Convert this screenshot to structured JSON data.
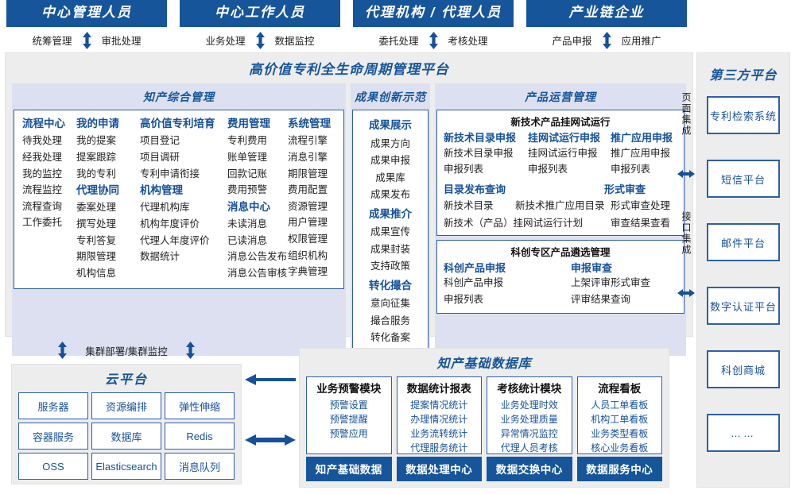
{
  "roles": [
    {
      "title": "中心管理人员",
      "left": "统筹管理",
      "right": "审批处理"
    },
    {
      "title": "中心工作人员",
      "left": "业务处理",
      "right": "数据监控"
    },
    {
      "title": "代理机构 / 代理人员",
      "left": "委托处理",
      "right": "考核处理"
    },
    {
      "title": "产业链企业",
      "left": "产品申报",
      "right": "应用推广"
    }
  ],
  "platform": {
    "title": "高价值专利全生命周期管理平台",
    "groups": {
      "zc": {
        "title": "知产综合管理",
        "columns": [
          {
            "blocks": [
              {
                "cat": "流程中心",
                "items": [
                  "待我处理",
                  "经我处理",
                  "我的监控",
                  "流程监控",
                  "流程查询",
                  "工作委托"
                ]
              }
            ]
          },
          {
            "blocks": [
              {
                "cat": "我的申请",
                "items": [
                  "我的提案",
                  "提案跟踪",
                  "我的专利"
                ]
              },
              {
                "cat": "代理协同",
                "items": [
                  "委案处理",
                  "撰写处理",
                  "专利答复",
                  "期限管理",
                  "机构信息"
                ]
              }
            ]
          },
          {
            "blocks": [
              {
                "cat": "高价值专利培育",
                "items": [
                  "项目登记",
                  "项目调研",
                  "专利申请衔接"
                ]
              },
              {
                "cat": "机构管理",
                "items": [
                  "代理机构库",
                  "机构年度评价",
                  "代理人年度评价",
                  "数据统计"
                ]
              }
            ]
          },
          {
            "blocks": [
              {
                "cat": "费用管理",
                "items": [
                  "专利费用",
                  "账单管理",
                  "回款记账",
                  "费用预警"
                ]
              },
              {
                "cat": "消息中心",
                "items": [
                  "未读消息",
                  "已读消息",
                  "消息公告发布",
                  "消息公告审核"
                ]
              }
            ]
          },
          {
            "blocks": [
              {
                "cat": "系统管理",
                "items": [
                  "流程引擎",
                  "消息引擎",
                  "期限管理",
                  "费用配置",
                  "资源管理",
                  "用户管理",
                  "权限管理",
                  "组织机构",
                  "字典管理"
                ]
              }
            ]
          }
        ]
      },
      "cg": {
        "title": "成果创新示范",
        "blocks": [
          {
            "cat": "成果展示",
            "items": [
              "成果方向",
              "成果申报",
              "成果库",
              "成果发布"
            ]
          },
          {
            "cat": "成果推介",
            "items": [
              "成果宣传",
              "成果封装",
              "支持政策"
            ]
          },
          {
            "cat": "转化撮合",
            "items": [
              "意向征集",
              "撮合服务",
              "转化备案"
            ]
          }
        ]
      },
      "cp": {
        "title": "产品运营管理",
        "panels": [
          {
            "title": "新技术产品挂网试运行",
            "columns": [
              {
                "cat": "新技术目录申报",
                "items": [
                  "新技术目录申报",
                  "申报列表"
                ]
              },
              {
                "cat": "挂网试运行申报",
                "items": [
                  "挂网试运行申报",
                  "申报列表"
                ]
              },
              {
                "cat": "推广应用申报",
                "items": [
                  "推广应用申报",
                  "申报列表"
                ]
              }
            ],
            "row2": [
              {
                "cat": "目录发布查询",
                "cat2": "形式审查"
              }
            ],
            "wide_rows": [
              {
                "a": "新技术目录",
                "b": "新技术推广应用目录",
                "c": "形式审查处理"
              },
              {
                "a": "新技术（产品）挂网试运行计划",
                "b": "",
                "c": "审查结果查看"
              }
            ]
          },
          {
            "title": "科创专区产品遴选管理",
            "columns": [
              {
                "cat": "科创产品申报",
                "items": [
                  "科创产品申报",
                  "申报列表"
                ]
              },
              {
                "cat": "申报审查",
                "items": [
                  "上架评审形式审查",
                  "评审结果查询"
                ]
              }
            ]
          }
        ]
      }
    }
  },
  "integration": {
    "page": "页面集成",
    "api": "接口集成"
  },
  "third_party": {
    "title": "第三方平台",
    "items": [
      "专利检索系统",
      "短信平台",
      "邮件平台",
      "数字认证平台",
      "科创商城",
      "……"
    ]
  },
  "cluster_label": "集群部署/集群监控",
  "cloud": {
    "title": "云平台",
    "cells": [
      "服务器",
      "资源编排",
      "弹性伸缩",
      "容器服务",
      "数据库",
      "Redis",
      "OSS",
      "Elasticsearch",
      "消息队列"
    ]
  },
  "database": {
    "title": "知产基础数据库",
    "columns": [
      {
        "header": "业务预警模块",
        "rows": [
          "预警设置",
          "预警提醒",
          "预警应用"
        ],
        "footer": "知产基础数据"
      },
      {
        "header": "数据统计报表",
        "rows": [
          "提案情况统计",
          "办理情况统计",
          "业务流转统计",
          "代理服务统计"
        ],
        "footer": "数据处理中心"
      },
      {
        "header": "考核统计模块",
        "rows": [
          "业务处理时效",
          "业务处理质量",
          "异常情况监控",
          "代理人员考核"
        ],
        "footer": "数据交换中心"
      },
      {
        "header": "流程看板",
        "rows": [
          "人员工单看板",
          "机构工单看板",
          "业务类型看板",
          "核心业务看板"
        ],
        "footer": "数据服务中心"
      }
    ]
  },
  "colors": {
    "brand_blue": "#16559A",
    "border_blue": "#2E5FA8",
    "panel_gray": "#EDEDED",
    "group_lavender": "#DDE0F0"
  }
}
